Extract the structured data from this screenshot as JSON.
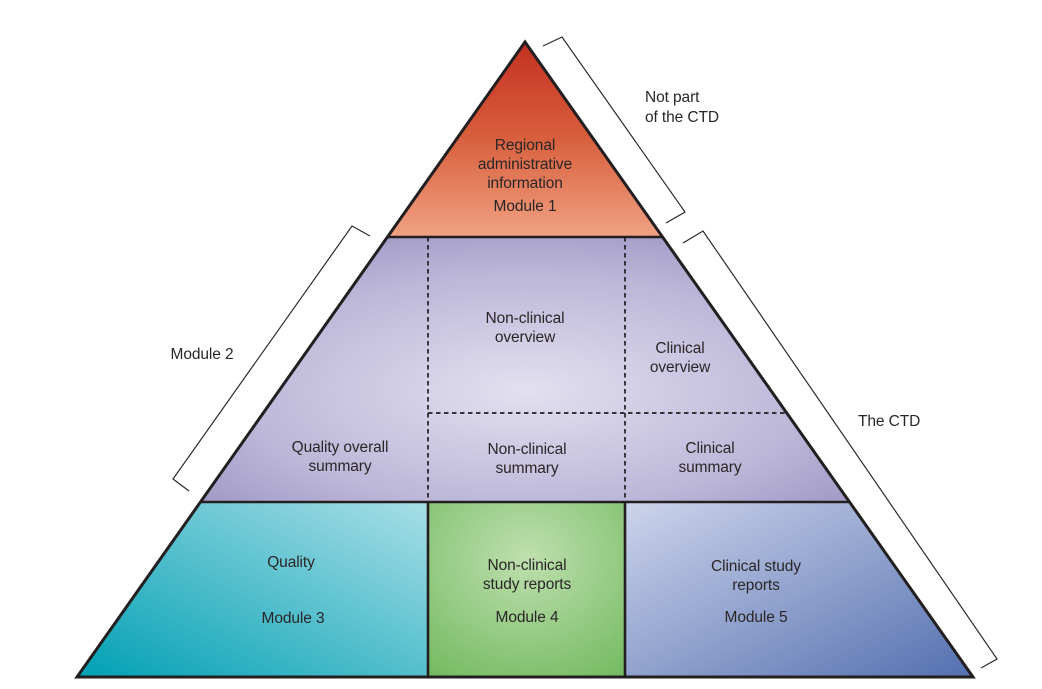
{
  "colors": {
    "background": "#ffffff",
    "outline": "#231f20",
    "text": "#2b2627",
    "module1_top": "#c43022",
    "module1_mid": "#d8603e",
    "module1_bottom": "#f0a183",
    "module2_center": "#e3e0f0",
    "module2_mid": "#bcb6d8",
    "module2_edge": "#8d86b8",
    "module3_dark": "#00a0b4",
    "module3_light": "#a8dee6",
    "module4_center": "#bedfae",
    "module4_edge": "#6db75a",
    "module5_light": "#cdd4eb",
    "module5_dark": "#5470b0"
  },
  "pyramid": {
    "module1": {
      "lines": [
        "Regional",
        "administrative",
        "information"
      ],
      "label": "Module 1"
    },
    "module2": {
      "non_clinical_overview": [
        "Non-clinical",
        "overview"
      ],
      "clinical_overview": [
        "Clinical",
        "overview"
      ],
      "quality_overall_summary": [
        "Quality overall",
        "summary"
      ],
      "non_clinical_summary": [
        "Non-clinical",
        "summary"
      ],
      "clinical_summary": [
        "Clinical",
        "summary"
      ]
    },
    "module3": {
      "lines": [
        "Quality"
      ],
      "label": "Module 3"
    },
    "module4": {
      "lines": [
        "Non-clinical",
        "study reports"
      ],
      "label": "Module 4"
    },
    "module5": {
      "lines": [
        "Clinical study",
        "reports"
      ],
      "label": "Module 5"
    }
  },
  "annotations": {
    "module2_bracket_label": "Module 2",
    "not_part_of_ctd": [
      "Not part",
      "of the CTD"
    ],
    "the_ctd": "The CTD"
  }
}
